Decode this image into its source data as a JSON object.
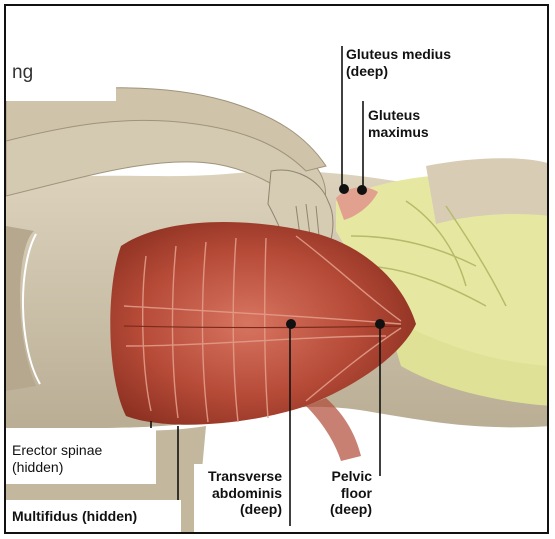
{
  "header": {
    "partial_text": "ng"
  },
  "labels": {
    "gluteus_medius": {
      "line1": "Gluteus medius",
      "line2": "(deep)"
    },
    "gluteus_maximus": {
      "line1": "Gluteus",
      "line2": "maximus"
    },
    "erector_spinae": {
      "line1": "Erector spinae",
      "line2": "(hidden)"
    },
    "multifidus": {
      "text": "Multifidus (hidden)"
    },
    "transverse_abdominis": {
      "line1": "Transverse",
      "line2": "abdominis",
      "line3": "(deep)"
    },
    "pelvic_floor": {
      "line1": "Pelvic",
      "line2": "floor",
      "line3": "(deep)"
    }
  },
  "colors": {
    "skin": "#cfc3a9",
    "skin_shadow": "#a69a84",
    "shorts": "#e6e8a2",
    "shorts_vein": "#b6bb6a",
    "muscle_dark": "#9e3b2c",
    "muscle": "#c45d4a",
    "muscle_light": "#e39c89",
    "gluteus": "#e2a08f",
    "marker": "#111111"
  }
}
